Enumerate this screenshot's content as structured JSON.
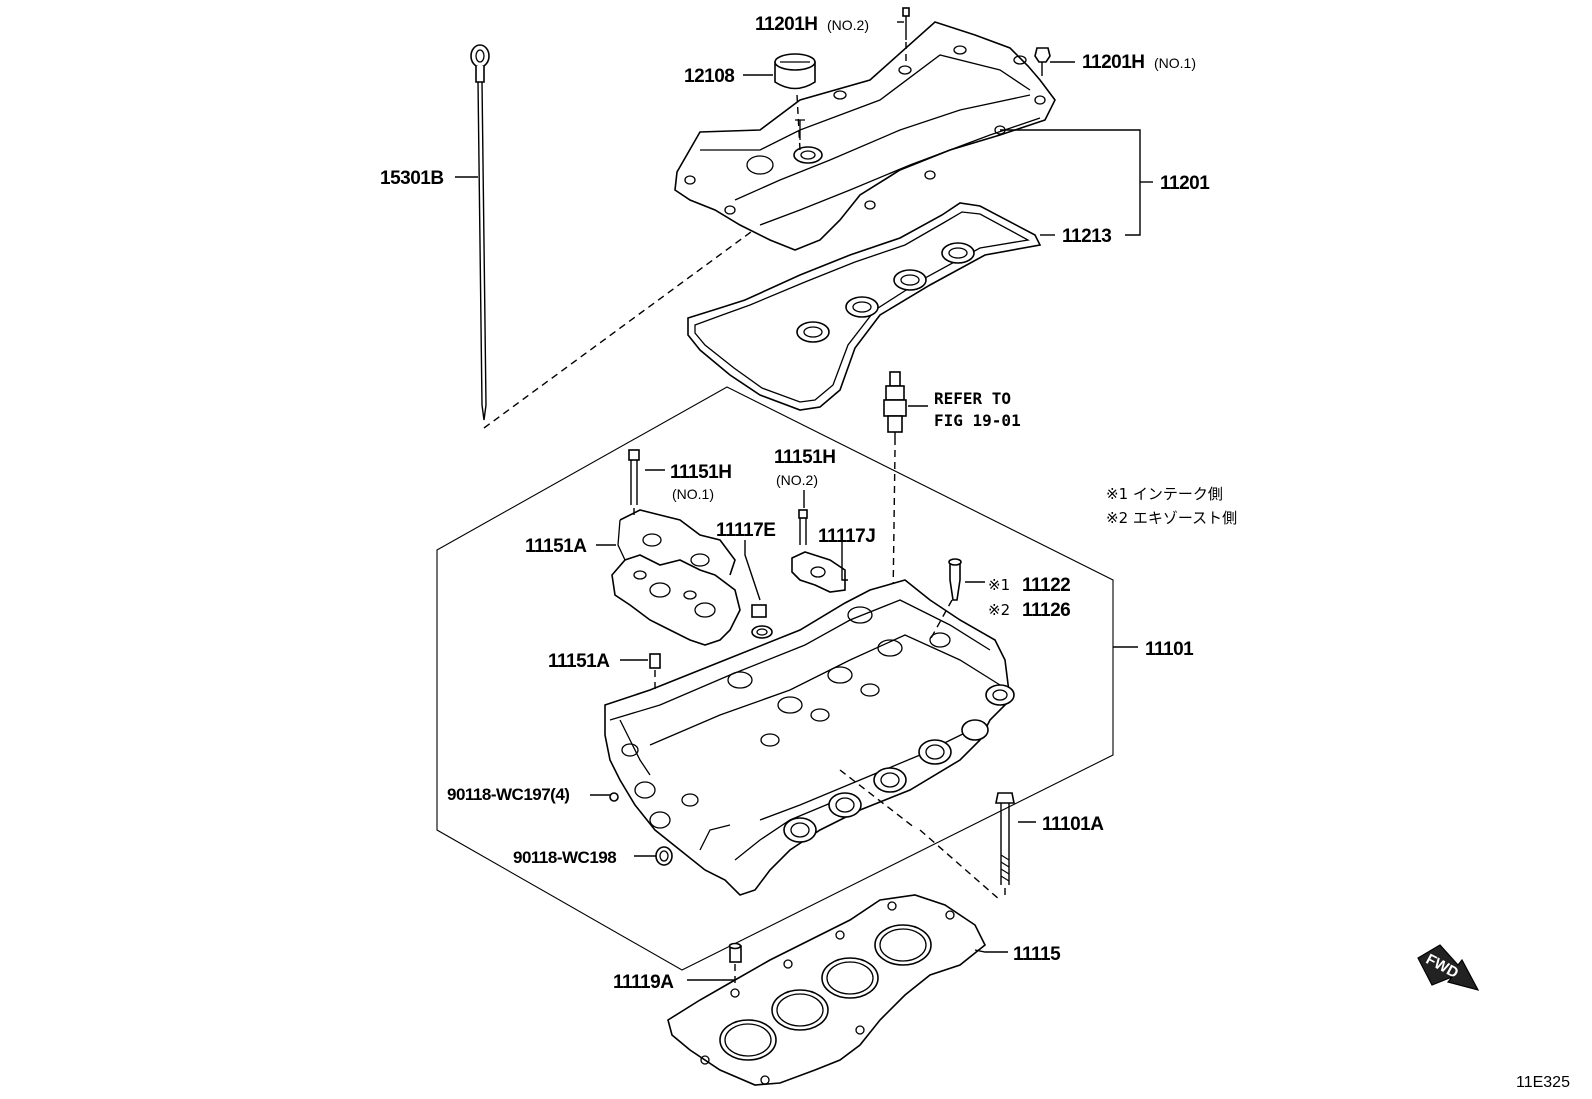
{
  "labels": {
    "p11201H_no2": "11201H",
    "p11201H_no2_sub": "(NO.2)",
    "p11201H_no1": "11201H",
    "p11201H_no1_sub": "(NO.1)",
    "p12108": "12108",
    "p15301B": "15301B",
    "p11201": "11201",
    "p11213": "11213",
    "refer_line1": "REFER TO",
    "refer_line2": "FIG 19-01",
    "p11151H_no1": "11151H",
    "p11151H_no1_sub": "(NO.1)",
    "p11151H_no2": "11151H",
    "p11151H_no2_sub": "(NO.2)",
    "p11151A_top": "11151A",
    "p11117E": "11117E",
    "p11117J": "11117J",
    "p11122_mark": "※1",
    "p11122": "11122",
    "p11126_mark": "※2",
    "p11126": "11126",
    "p11101": "11101",
    "p11151A_mid": "11151A",
    "p90118_wc197": "90118-WC197(4)",
    "p90118_wc198": "90118-WC198",
    "p11101A": "11101A",
    "p11115": "11115",
    "p11119A": "11119A"
  },
  "notes": {
    "note1": "※1 インテーク側",
    "note2": "※2 エキゾースト側"
  },
  "fwd_arrow": "FWD",
  "figure_code": "11E325"
}
